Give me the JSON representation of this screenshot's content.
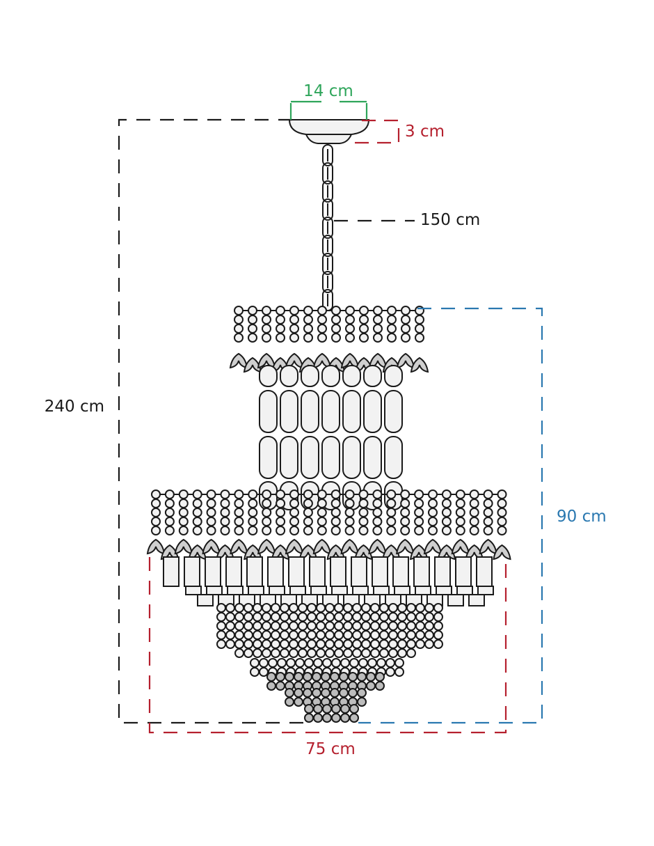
{
  "diagram": {
    "subject": "chandelier",
    "dimensions": {
      "canopy_width": {
        "label": "14 cm",
        "color": "#2ea55a"
      },
      "canopy_height": {
        "label": "3 cm",
        "color": "#b5202e"
      },
      "chain_length": {
        "label": "150 cm",
        "color": "#1a1a1a"
      },
      "total_height": {
        "label": "240 cm",
        "color": "#1a1a1a"
      },
      "body_height": {
        "label": "90 cm",
        "color": "#2a78b0"
      },
      "body_width": {
        "label": "75 cm",
        "color": "#b5202e"
      }
    },
    "line_color": "#1a1a1a",
    "fill_color": "#f2f2f2"
  }
}
